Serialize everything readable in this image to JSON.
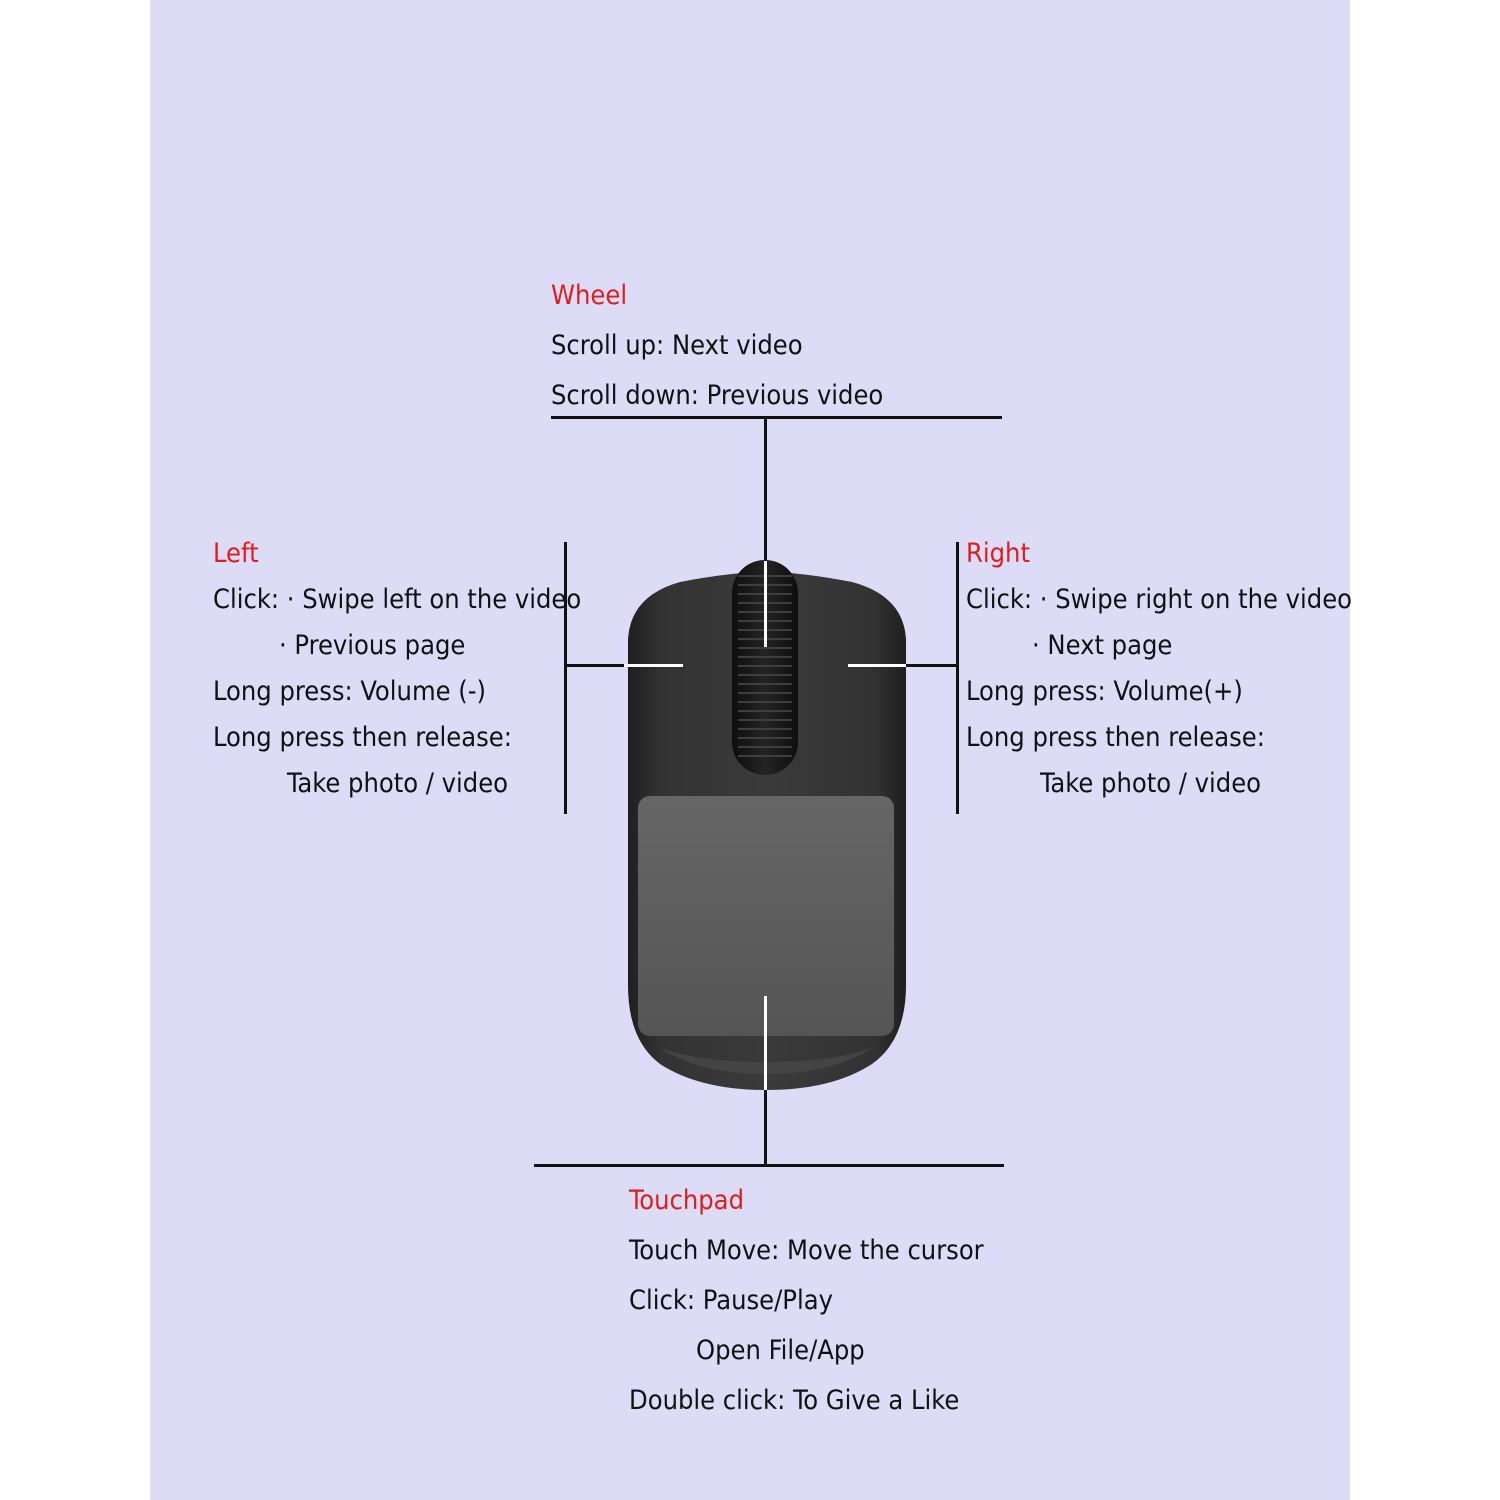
{
  "colors": {
    "background": "#dcdcf7",
    "heading": "#e01c1c",
    "text": "#111111",
    "mouse_body": "#2f2f2f",
    "touchpad": "#5c5c5c"
  },
  "wheel": {
    "heading": "Wheel",
    "lines": [
      "Scroll up: Next video",
      "Scroll down: Previous video"
    ]
  },
  "left": {
    "heading": "Left",
    "lines": [
      "Click: · Swipe left on the video",
      "· Previous page",
      "Long press: Volume (-)",
      "Long press then release:",
      "Take photo / video"
    ]
  },
  "right": {
    "heading": "Right",
    "lines": [
      "Click: · Swipe right on the video",
      "· Next page",
      "Long press: Volume(+)",
      "Long press then release:",
      "Take photo / video"
    ]
  },
  "touchpad": {
    "heading": "Touchpad",
    "lines": [
      "Touch Move: Move the cursor",
      "Click: Pause/Play",
      "Open File/App",
      "Double click: To Give a Like"
    ]
  }
}
